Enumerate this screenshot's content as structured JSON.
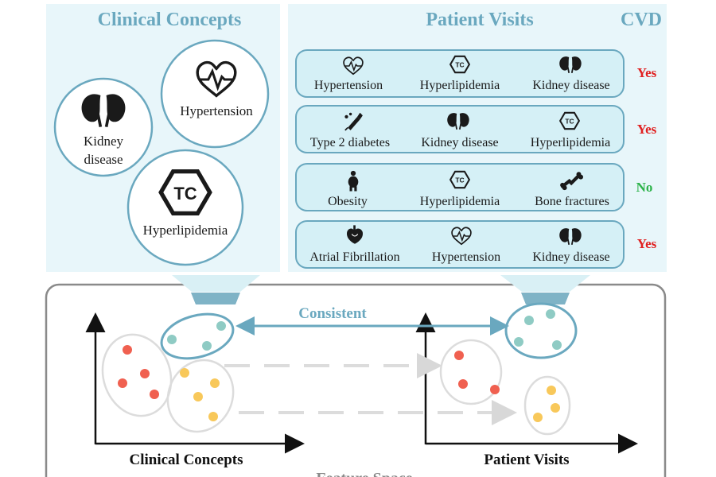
{
  "clinical_panel": {
    "title": "Clinical Concepts",
    "concepts": [
      {
        "label_line1": "Kidney",
        "label_line2": "disease",
        "icon": "kidney-icon"
      },
      {
        "label": "Hypertension",
        "icon": "heart-pulse-icon"
      },
      {
        "label": "Hyperlipidemia",
        "icon": "tc-hexagon-icon"
      }
    ]
  },
  "visits_panel": {
    "title": "Patient Visits",
    "cvd_header": "CVD",
    "visits": [
      {
        "items": [
          {
            "label": "Hypertension",
            "icon": "heart-pulse-icon"
          },
          {
            "label": "Hyperlipidemia",
            "icon": "tc-hexagon-icon"
          },
          {
            "label": "Kidney disease",
            "icon": "kidney-icon"
          }
        ],
        "cvd": "Yes"
      },
      {
        "items": [
          {
            "label": "Type 2 diabetes",
            "icon": "insulin-pen-icon"
          },
          {
            "label": "Kidney disease",
            "icon": "kidney-icon"
          },
          {
            "label": "Hyperlipidemia",
            "icon": "tc-hexagon-icon"
          }
        ],
        "cvd": "Yes"
      },
      {
        "items": [
          {
            "label": "Obesity",
            "icon": "person-icon"
          },
          {
            "label": "Hyperlipidemia",
            "icon": "tc-hexagon-icon"
          },
          {
            "label": "Bone fractures",
            "icon": "bone-icon"
          }
        ],
        "cvd": "No"
      },
      {
        "items": [
          {
            "label": "Atrial Fibrillation",
            "icon": "heart-icon"
          },
          {
            "label": "Hypertension",
            "icon": "heart-pulse-icon"
          },
          {
            "label": "Kidney disease",
            "icon": "kidney-icon"
          }
        ],
        "cvd": "Yes"
      }
    ]
  },
  "feature_space": {
    "title": "Feature Space",
    "consistent_label": "Consistent",
    "left_axis_label": "Clinical Concepts",
    "right_axis_label": "Patient Visits"
  },
  "colors": {
    "accent": "#6aa8bf",
    "panel_bg": "#e8f6fa",
    "pill_bg": "#d5f0f6",
    "teal_dot": "#8fcbc4",
    "red_dot": "#f06050",
    "yellow_dot": "#f8c85a",
    "yes": "#e02020",
    "no": "#2db34a"
  }
}
